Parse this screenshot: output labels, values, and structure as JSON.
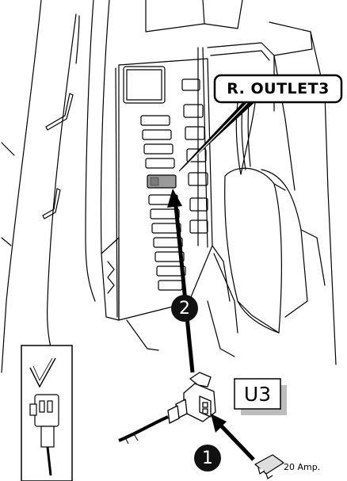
{
  "callout": {
    "label": "R. OUTLET3"
  },
  "fuse_code": "U3",
  "steps": {
    "step1": "1",
    "step2": "2"
  },
  "fuse_rating": "20 Amp.",
  "colors": {
    "line": "#000000",
    "fuse_highlight": "#9a9a9a",
    "code_box_shadow": "#bdbdbd",
    "background": "#ffffff"
  }
}
